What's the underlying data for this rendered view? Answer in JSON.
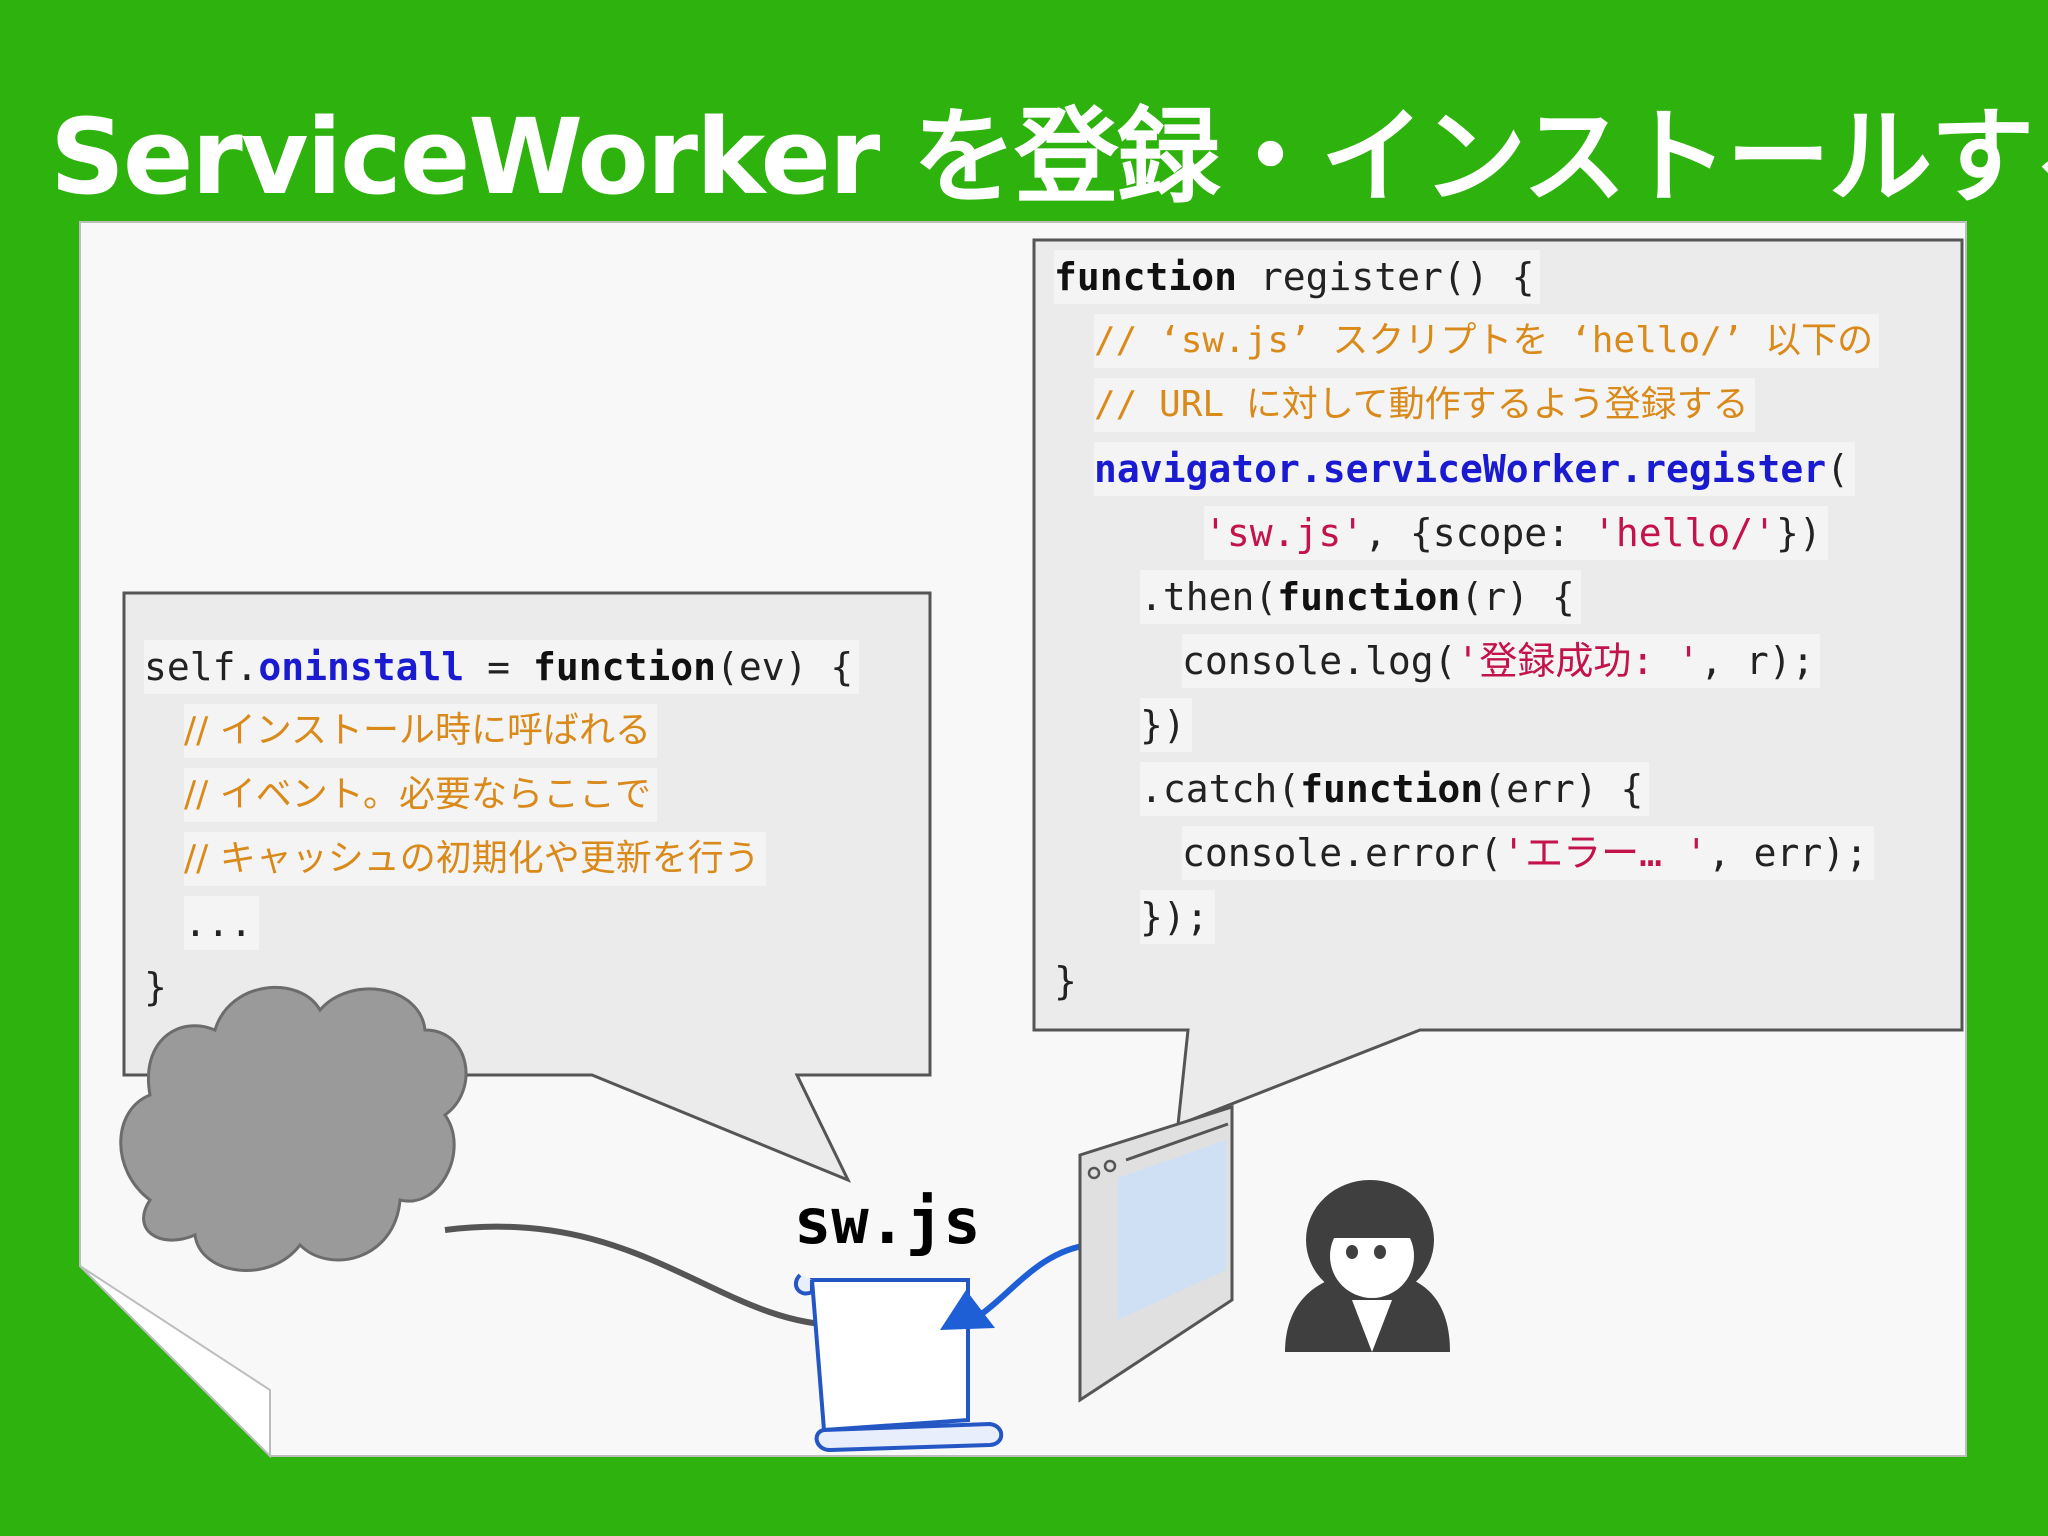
{
  "title": "ServiceWorker を登録・インストールする",
  "file_label": "sw.js",
  "left_code": {
    "l1": {
      "a": "self.",
      "b": "oninstall",
      "c": " = ",
      "d": "function",
      "e": "(ev) {"
    },
    "l2": "// インストール時に呼ばれる",
    "l3": "// イベント。必要ならここで",
    "l4": "// キャッシュの初期化や更新を行う",
    "l5": "...",
    "l6": "}"
  },
  "right_code": {
    "l1": {
      "a": "function",
      "b": " register() {"
    },
    "l2": "// ‘sw.js’ スクリプトを ‘hello/’ 以下の",
    "l3": "// URL に対して動作するよう登録する",
    "l4": {
      "a": "navigator.serviceWorker.register",
      "b": "("
    },
    "l5": {
      "a": "'sw.js'",
      "b": ", {scope: ",
      "c": "'hello/'",
      "d": "})"
    },
    "l6": {
      "a": ".then(",
      "b": "function",
      "c": "(r) {"
    },
    "l7": {
      "a": "console.log(",
      "b": "'登録成功: '",
      "c": ", r);"
    },
    "l8": "})",
    "l9": {
      "a": ".catch(",
      "b": "function",
      "c": "(err) {"
    },
    "l10": {
      "a": "console.error(",
      "b": "'エラー… '",
      "c": ", err);"
    },
    "l11": "});",
    "l12": "}"
  },
  "colors": {
    "background": "#2eb20d",
    "keyword_blue": "#1a1ad0",
    "comment_orange": "#d98a1a",
    "string_red": "#c4124a",
    "arrow_blue": "#1f5fd6",
    "arrow_gray": "#555555"
  },
  "icons": [
    "cloud-icon",
    "scroll-file-icon",
    "browser-window-icon",
    "person-icon"
  ]
}
